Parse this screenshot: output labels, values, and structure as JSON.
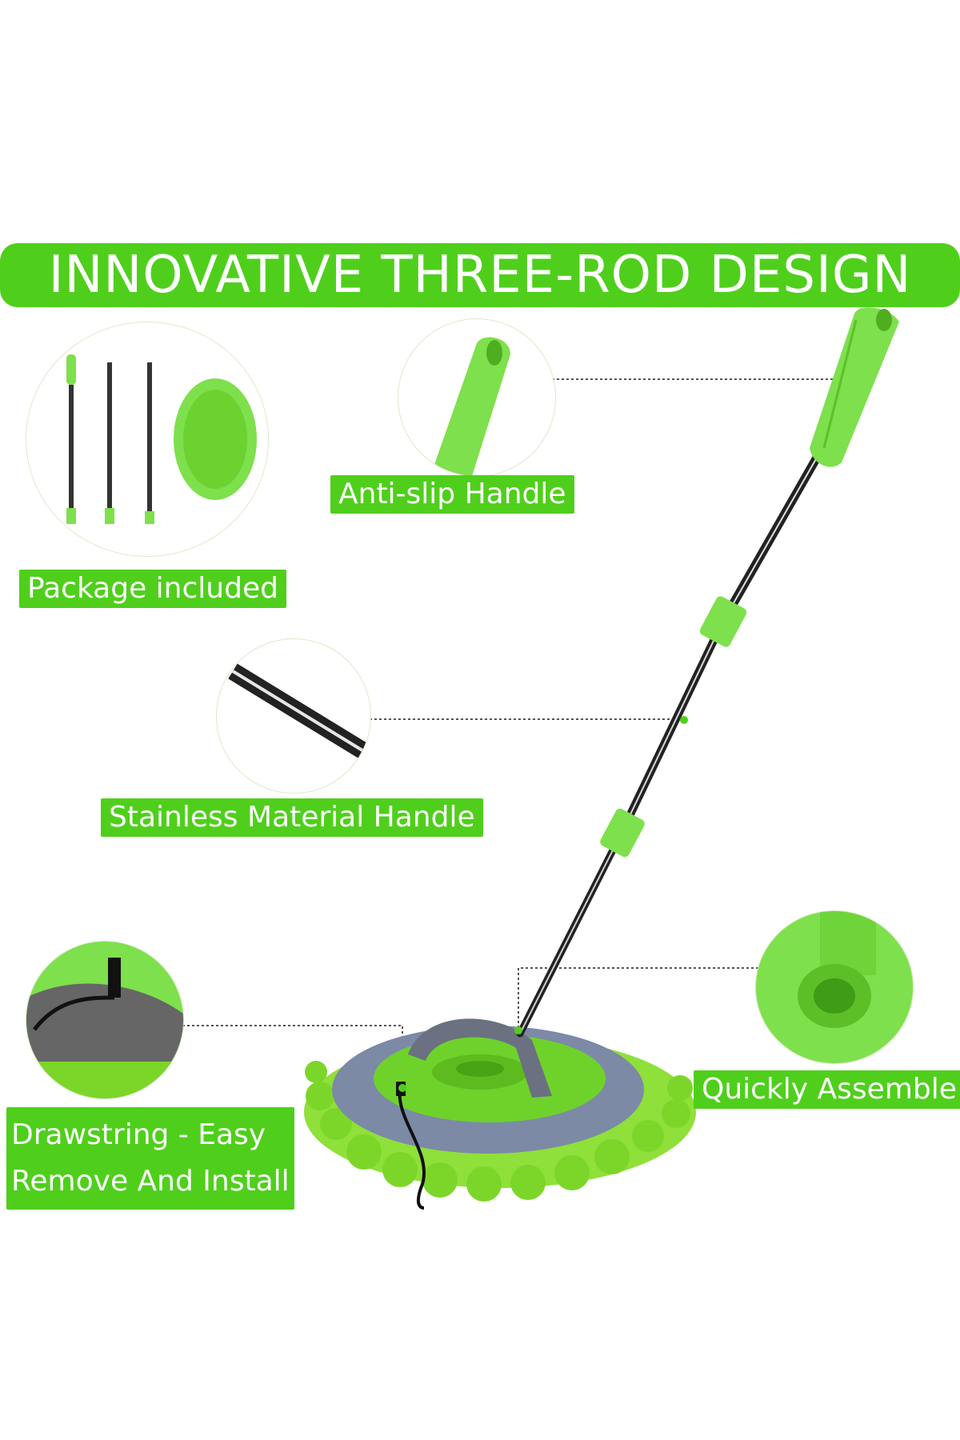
{
  "banner": {
    "title": "INNOVATIVE THREE-ROD DESIGN"
  },
  "labels": {
    "package": "Package included",
    "anti_slip": "Anti-slip Handle",
    "stainless": "Stainless Material Handle",
    "assemble": "Quickly Assemble",
    "drawstring_line1": "Drawstring - Easy",
    "drawstring_line2": "Remove And Install"
  },
  "colors": {
    "brand_green": "#4fcf1c",
    "handle_green": "#7ee04c",
    "rod_steel": "#2a2a2a",
    "pad_gray": "#7c8aa6"
  }
}
